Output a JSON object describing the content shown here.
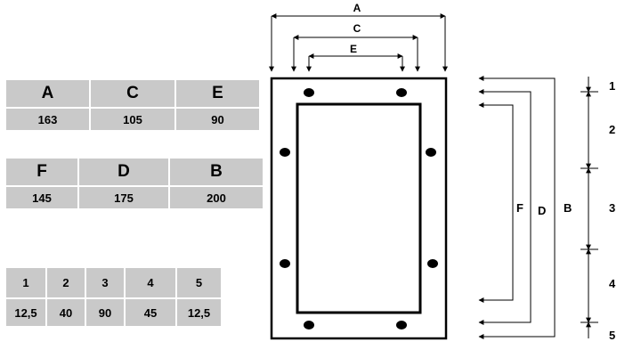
{
  "table_ace": {
    "headers": [
      "A",
      "C",
      "E"
    ],
    "values": [
      "163",
      "105",
      "90"
    ]
  },
  "table_fdb": {
    "headers": [
      "F",
      "D",
      "B"
    ],
    "values": [
      "145",
      "175",
      "200"
    ]
  },
  "table_segments": {
    "headers": [
      "1",
      "2",
      "3",
      "4",
      "5"
    ],
    "values": [
      "12,5",
      "40",
      "90",
      "45",
      "12,5"
    ]
  },
  "diagram": {
    "top_labels": [
      "A",
      "C",
      "E"
    ],
    "side_labels": [
      "F",
      "D",
      "B"
    ],
    "segment_labels": [
      "1",
      "2",
      "3",
      "4",
      "5"
    ]
  }
}
